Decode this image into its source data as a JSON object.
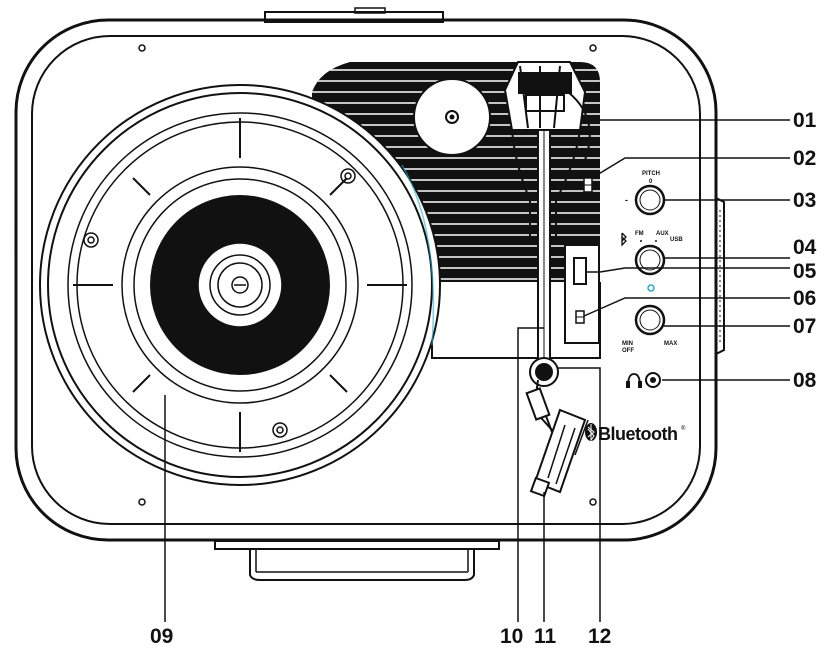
{
  "brand": {
    "bluetooth_text": "Bluetooth",
    "bluetooth_mark": "®"
  },
  "panel_labels": {
    "pitch": "PITCH",
    "pitch_zero": "0",
    "pitch_minus": "-",
    "fm": "FM",
    "aux": "AUX",
    "usb": "USB",
    "min": "MIN",
    "off": "OFF",
    "max": "MAX"
  },
  "callouts": [
    {
      "id": "01"
    },
    {
      "id": "02"
    },
    {
      "id": "03"
    },
    {
      "id": "04"
    },
    {
      "id": "05"
    },
    {
      "id": "06"
    },
    {
      "id": "07"
    },
    {
      "id": "08"
    },
    {
      "id": "09"
    },
    {
      "id": "10"
    },
    {
      "id": "11"
    },
    {
      "id": "12"
    }
  ],
  "icons": [
    "bluetooth-icon",
    "headphone-icon",
    "headphone-jack-icon",
    "led-indicator-icon"
  ],
  "colors": {
    "line": "#111111",
    "accent": "#2aa8c8",
    "record": "#111111",
    "background": "#ffffff"
  }
}
